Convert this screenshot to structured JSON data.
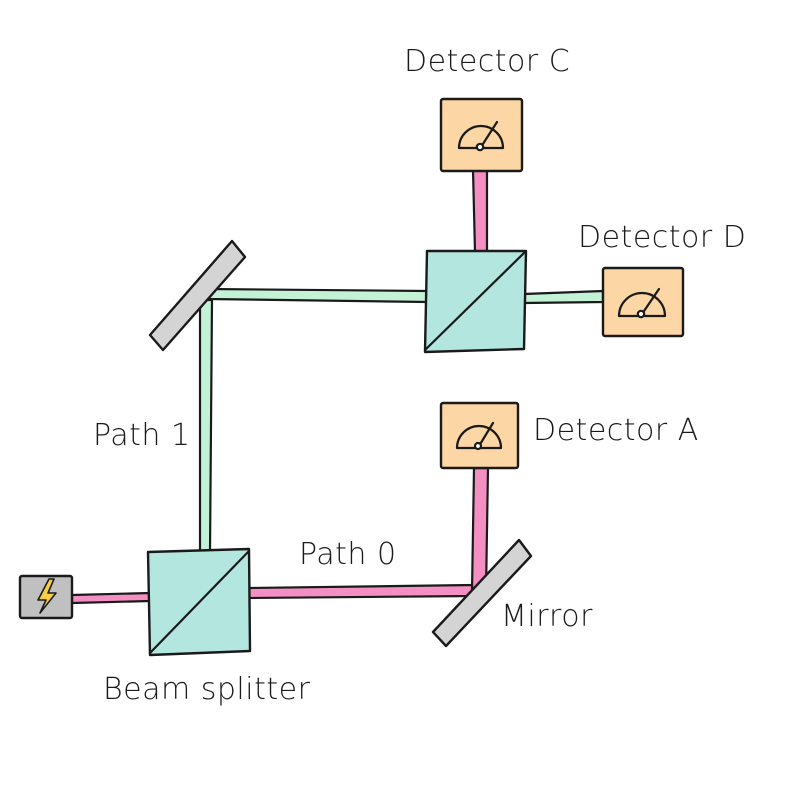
{
  "labels": {
    "detector_c": "Detector C",
    "detector_d": "Detector D",
    "detector_a": "Detector A",
    "path_1": "Path 1",
    "path_0": "Path 0",
    "mirror": "Mirror",
    "beam_splitter": "Beam splitter"
  },
  "colors": {
    "path_0_beam": "#f48fc4",
    "path_1_beam": "#c4f2d6",
    "splitter_fill": "#b4e6e0",
    "detector_fill": "#fcd6a4",
    "mirror_fill": "#d4d4d4",
    "source_fill": "#c0c0c0",
    "source_bolt": "#f6cf44",
    "outline": "#1a1a1a"
  },
  "icons": {
    "source": "lightning-bolt-icon",
    "detector": "gauge-meter-icon"
  }
}
